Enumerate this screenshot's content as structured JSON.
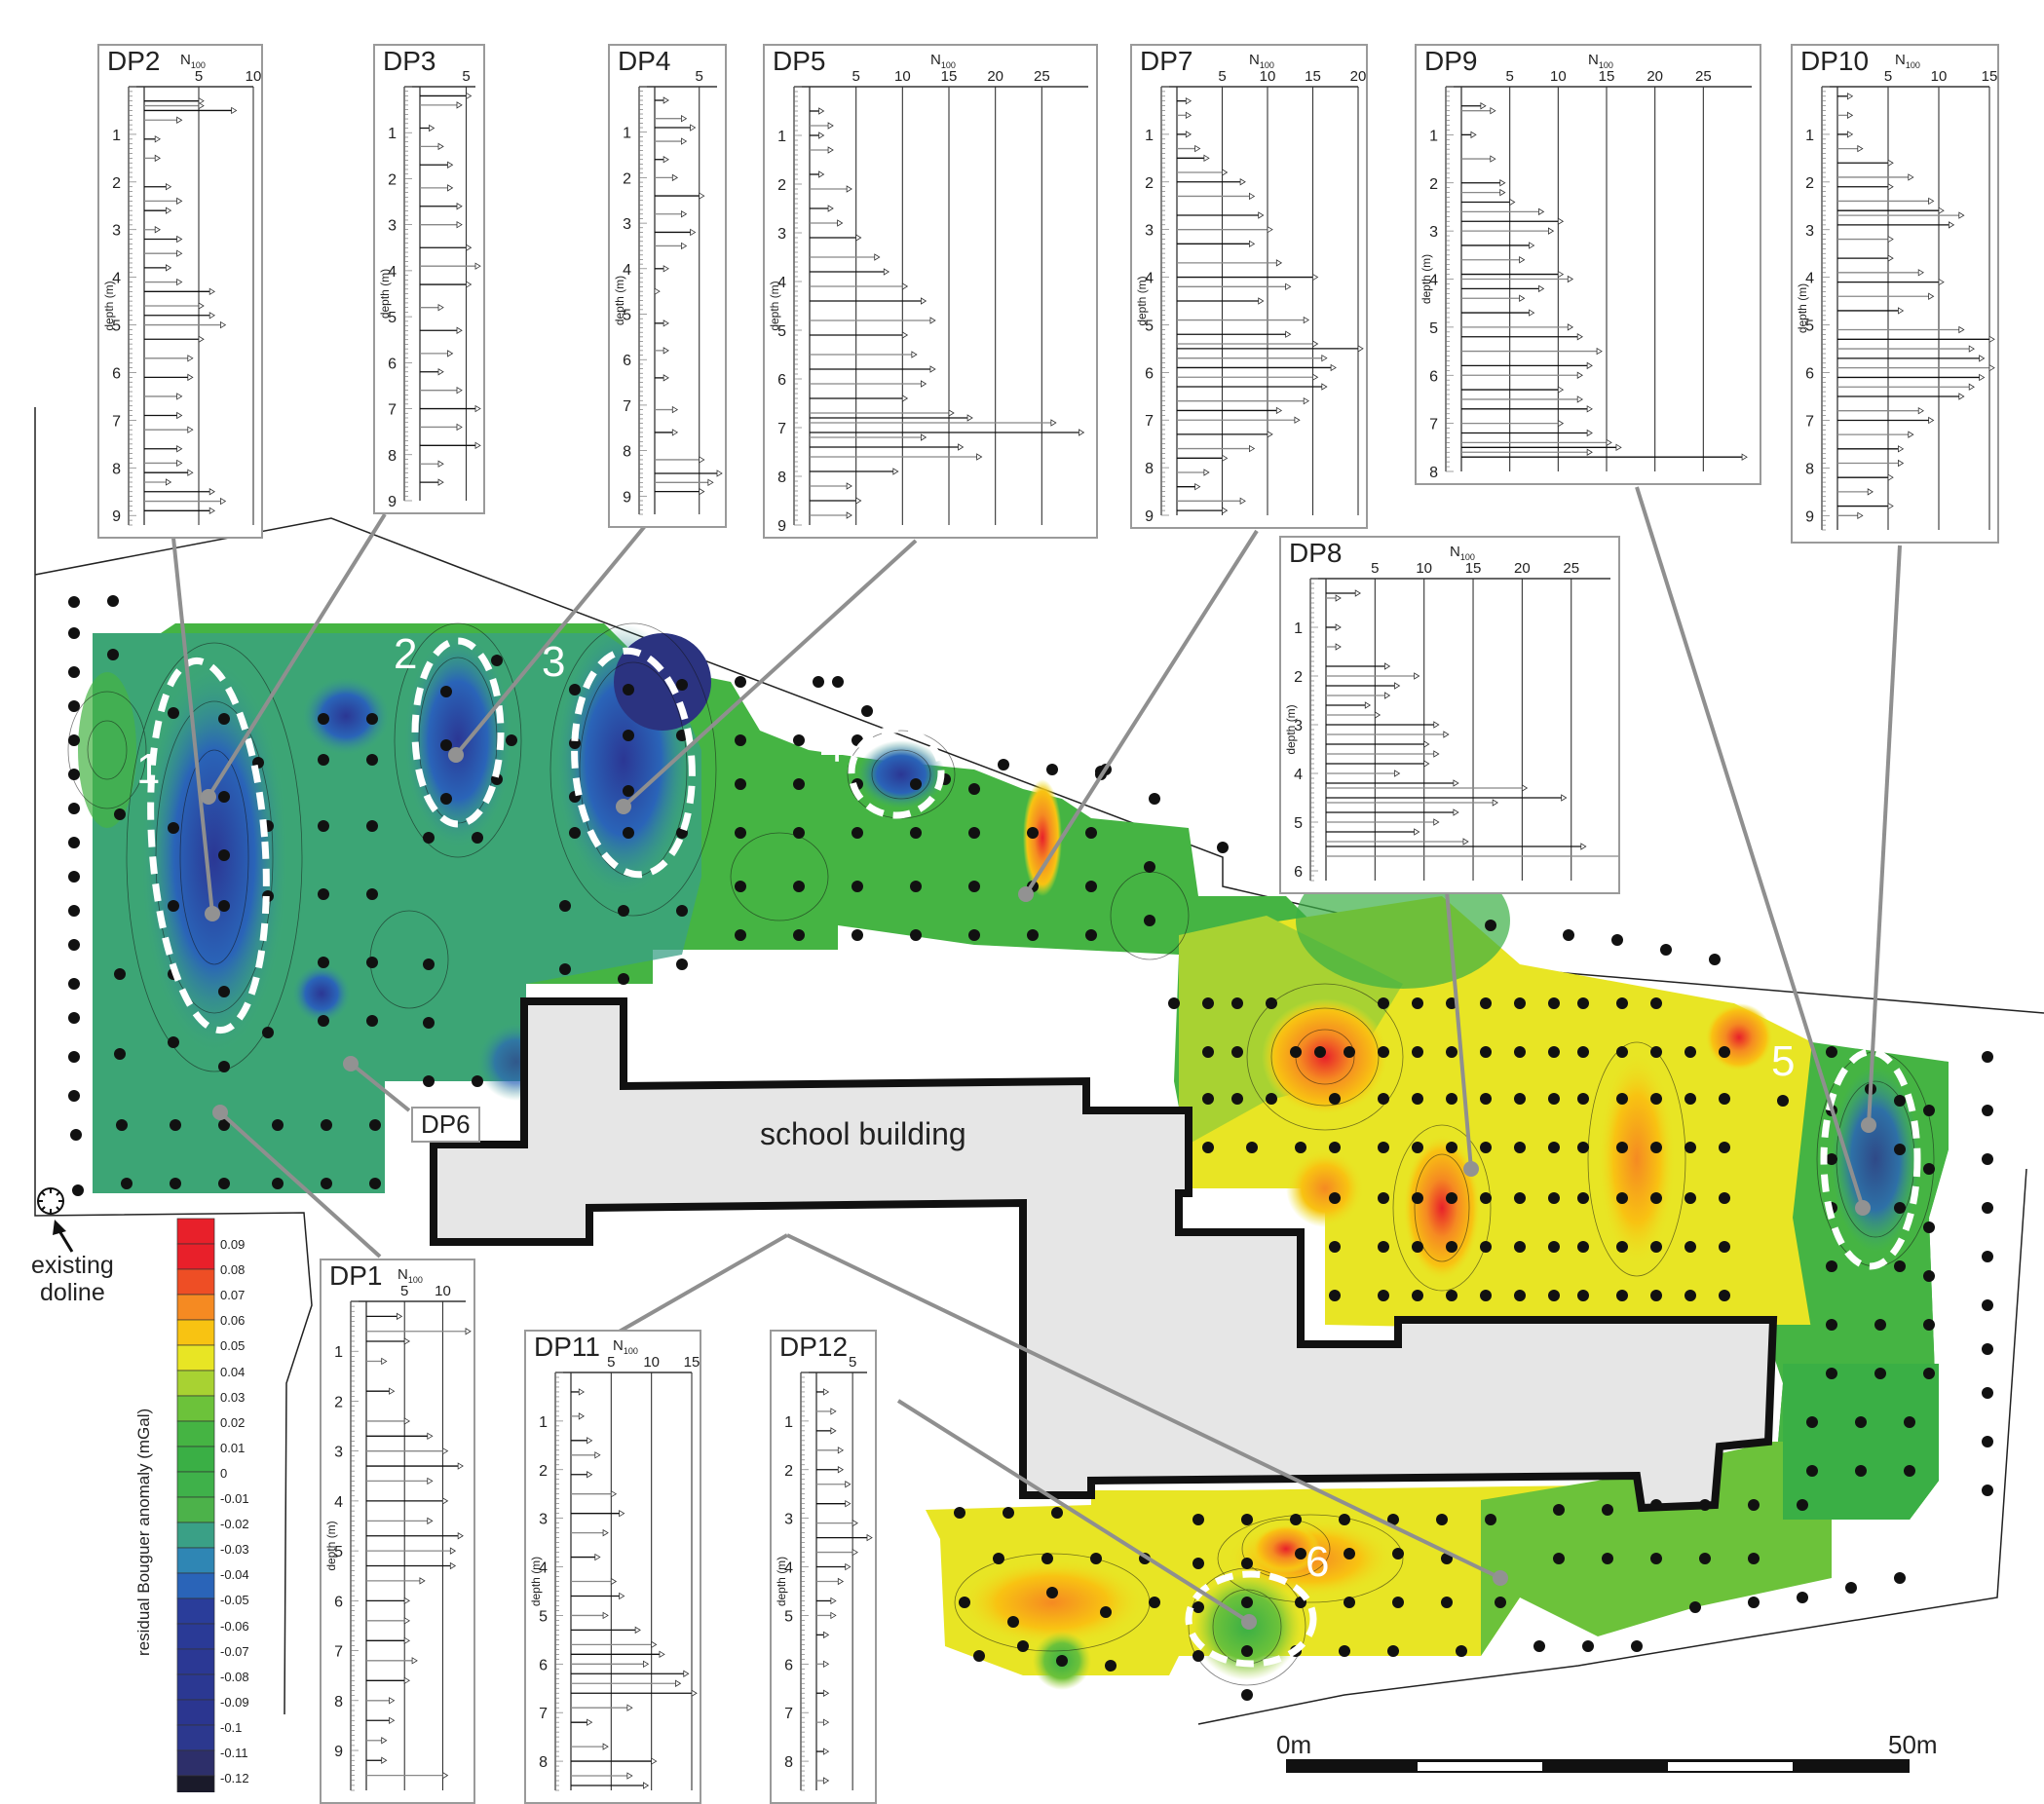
{
  "map": {
    "building_label": "school building",
    "doline_label_line1": "existing",
    "doline_label_line2": "doline",
    "dp6_label": "DP6",
    "anomaly_labels": [
      "1",
      "2",
      "3",
      "4",
      "5",
      "6"
    ],
    "scale": {
      "start": "0m",
      "end": "50m"
    }
  },
  "legend": {
    "title": "residual Bouguer anomaly (mGal)",
    "ticks": [
      "0.09",
      "0.08",
      "0.07",
      "0.06",
      "0.05",
      "0.04",
      "0.03",
      "0.02",
      "0.01",
      "0",
      "-0.01",
      "-0.02",
      "-0.03",
      "-0.04",
      "-0.05",
      "-0.06",
      "-0.07",
      "-0.08",
      "-0.09",
      "-0.1",
      "-0.11",
      "-0.12"
    ],
    "colors": [
      "#e8202a",
      "#e8202a",
      "#ee4e25",
      "#f58a22",
      "#f8c312",
      "#e8e524",
      "#a8d232",
      "#6cc23a",
      "#45b443",
      "#3aaf45",
      "#3fb14a",
      "#4cb24a",
      "#3aa086",
      "#2f86b4",
      "#2a64b8",
      "#2a3d9a",
      "#2a3a96",
      "#2b3894",
      "#2b3892",
      "#2b3690",
      "#2c388e",
      "#2d2f6a",
      "#1a1a2a"
    ]
  },
  "panels": {
    "dp2": {
      "title": "DP2",
      "n100": "N",
      "sub": "100",
      "x_ticks": [
        "5",
        "10"
      ]
    },
    "dp3": {
      "title": "DP3",
      "x_ticks": [
        "5"
      ]
    },
    "dp4": {
      "title": "DP4",
      "x_ticks": [
        "5"
      ]
    },
    "dp5": {
      "title": "DP5",
      "n100": "N",
      "sub": "100",
      "x_ticks": [
        "5",
        "10",
        "15",
        "20",
        "25"
      ]
    },
    "dp7": {
      "title": "DP7",
      "n100": "N",
      "sub": "100",
      "x_ticks": [
        "5",
        "10",
        "15",
        "20"
      ]
    },
    "dp8": {
      "title": "DP8",
      "n100": "N",
      "sub": "100",
      "x_ticks": [
        "5",
        "10",
        "15",
        "20",
        "25"
      ]
    },
    "dp9": {
      "title": "DP9",
      "n100": "N",
      "sub": "100",
      "x_ticks": [
        "5",
        "10",
        "15",
        "20",
        "25"
      ]
    },
    "dp10": {
      "title": "DP10",
      "n100": "N",
      "sub": "100",
      "x_ticks": [
        "5",
        "10",
        "15"
      ]
    },
    "dp1": {
      "title": "DP1",
      "n100": "N",
      "sub": "100",
      "x_ticks": [
        "5",
        "10"
      ]
    },
    "dp11": {
      "title": "DP11",
      "n100": "N",
      "sub": "100",
      "x_ticks": [
        "5",
        "10",
        "15"
      ]
    },
    "dp12": {
      "title": "DP12",
      "x_ticks": [
        "5"
      ]
    },
    "y_label": "depth (m)"
  },
  "chart_data": [
    {
      "type": "bar",
      "title": "DP2",
      "xlabel": "N100",
      "ylabel": "depth (m)",
      "xlim": [
        0,
        10
      ],
      "ylim": [
        0,
        9.2
      ],
      "depth": [
        0.3,
        0.4,
        0.5,
        0.7,
        1.1,
        1.5,
        2.1,
        2.4,
        2.6,
        3.0,
        3.2,
        3.5,
        3.8,
        4.1,
        4.3,
        4.6,
        4.8,
        5.0,
        5.3,
        5.7,
        6.1,
        6.5,
        6.9,
        7.2,
        7.6,
        7.9,
        8.1,
        8.3,
        8.5,
        8.7,
        8.9
      ],
      "n100": [
        5,
        5,
        8,
        3,
        1,
        1,
        2,
        3,
        2,
        1,
        3,
        3,
        2,
        3,
        6,
        5,
        6,
        7,
        5,
        4,
        4,
        3,
        3,
        4,
        3,
        3,
        4,
        2,
        6,
        7,
        6
      ]
    },
    {
      "type": "bar",
      "title": "DP3",
      "xlabel": "N100",
      "ylabel": "depth (m)",
      "xlim": [
        0,
        6
      ],
      "ylim": [
        0,
        9
      ],
      "depth": [
        0.2,
        0.4,
        0.9,
        1.3,
        1.7,
        2.2,
        2.6,
        3.0,
        3.5,
        3.9,
        4.3,
        4.8,
        5.3,
        5.8,
        6.2,
        6.6,
        7.0,
        7.4,
        7.8,
        8.2,
        8.6
      ],
      "n100": [
        5,
        4,
        1,
        2,
        3,
        3,
        4,
        4,
        5,
        6,
        5,
        2,
        4,
        3,
        2,
        4,
        6,
        4,
        6,
        2,
        2
      ]
    },
    {
      "type": "bar",
      "title": "DP4",
      "xlabel": "N100",
      "ylabel": "depth (m)",
      "xlim": [
        0,
        7
      ],
      "ylim": [
        0,
        9.4
      ],
      "depth": [
        0.3,
        0.7,
        0.9,
        1.2,
        1.6,
        2.0,
        2.4,
        2.8,
        3.2,
        3.5,
        4.0,
        4.5,
        5.2,
        5.8,
        6.4,
        7.1,
        7.6,
        8.2,
        8.5,
        8.7,
        8.9
      ],
      "n100": [
        1,
        3,
        4,
        3,
        1,
        2,
        5,
        3,
        4,
        3,
        1,
        0,
        1,
        1,
        1,
        2,
        2,
        5,
        7,
        6,
        5
      ]
    },
    {
      "type": "bar",
      "title": "DP5",
      "xlabel": "N100",
      "ylabel": "depth (m)",
      "xlim": [
        0,
        30
      ],
      "ylim": [
        0,
        9
      ],
      "depth": [
        0.5,
        0.8,
        1.0,
        1.3,
        1.8,
        2.1,
        2.5,
        2.8,
        3.1,
        3.5,
        3.8,
        4.1,
        4.4,
        4.8,
        5.1,
        5.5,
        5.8,
        6.1,
        6.4,
        6.7,
        6.8,
        6.9,
        7.1,
        7.2,
        7.4,
        7.6,
        7.9,
        8.2,
        8.5,
        8.8
      ],
      "n100": [
        1,
        2,
        1,
        2,
        1,
        4,
        2,
        3,
        5,
        7,
        8,
        10,
        12,
        13,
        10,
        11,
        13,
        12,
        10,
        15,
        17,
        26,
        29,
        12,
        16,
        18,
        9,
        4,
        5,
        4
      ]
    },
    {
      "type": "bar",
      "title": "DP7",
      "xlabel": "N100",
      "ylabel": "depth (m)",
      "xlim": [
        0,
        20
      ],
      "ylim": [
        0,
        9
      ],
      "depth": [
        0.3,
        0.6,
        1.0,
        1.3,
        1.5,
        1.8,
        2.0,
        2.3,
        2.7,
        3.0,
        3.3,
        3.7,
        4.0,
        4.2,
        4.5,
        4.9,
        5.2,
        5.4,
        5.5,
        5.7,
        5.9,
        6.1,
        6.3,
        6.6,
        6.8,
        7.0,
        7.3,
        7.6,
        7.8,
        8.1,
        8.4,
        8.7,
        8.9
      ],
      "n100": [
        1,
        1,
        1,
        2,
        3,
        5,
        7,
        8,
        9,
        10,
        8,
        11,
        15,
        12,
        9,
        14,
        12,
        15,
        20,
        16,
        17,
        15,
        16,
        14,
        11,
        13,
        10,
        8,
        5,
        3,
        2,
        7,
        5
      ]
    },
    {
      "type": "bar",
      "title": "DP8",
      "xlabel": "N100",
      "ylabel": "depth (m)",
      "xlim": [
        0,
        29
      ],
      "ylim": [
        0,
        6.2
      ],
      "depth": [
        0.3,
        0.4,
        1.0,
        1.4,
        1.8,
        2.0,
        2.2,
        2.4,
        2.6,
        2.8,
        3.0,
        3.2,
        3.4,
        3.6,
        3.8,
        4.0,
        4.2,
        4.3,
        4.5,
        4.6,
        4.8,
        5.0,
        5.2,
        5.4,
        5.5,
        5.7
      ],
      "n100": [
        3,
        1,
        1,
        1,
        6,
        9,
        7,
        6,
        4,
        5,
        11,
        12,
        10,
        11,
        10,
        7,
        13,
        20,
        24,
        17,
        13,
        11,
        9,
        14,
        26,
        30
      ]
    },
    {
      "type": "bar",
      "title": "DP9",
      "xlabel": "N100",
      "ylabel": "depth (m)",
      "xlim": [
        0,
        30
      ],
      "ylim": [
        0,
        8
      ],
      "depth": [
        0.4,
        0.5,
        1.0,
        1.5,
        2.0,
        2.2,
        2.4,
        2.6,
        2.8,
        3.0,
        3.3,
        3.6,
        3.9,
        4.0,
        4.2,
        4.4,
        4.7,
        5.0,
        5.2,
        5.5,
        5.8,
        6.0,
        6.3,
        6.5,
        6.7,
        7.0,
        7.2,
        7.4,
        7.5,
        7.6,
        7.7
      ],
      "n100": [
        2,
        3,
        1,
        3,
        4,
        4,
        5,
        8,
        10,
        9,
        7,
        6,
        10,
        11,
        8,
        6,
        7,
        11,
        12,
        14,
        13,
        12,
        10,
        12,
        13,
        10,
        13,
        15,
        16,
        13,
        29
      ]
    },
    {
      "type": "bar",
      "title": "DP10",
      "xlabel": "N100",
      "ylabel": "depth (m)",
      "xlim": [
        0,
        15
      ],
      "ylim": [
        0,
        9.3
      ],
      "depth": [
        0.2,
        0.6,
        1.0,
        1.3,
        1.6,
        1.9,
        2.1,
        2.4,
        2.6,
        2.7,
        2.9,
        3.2,
        3.6,
        3.9,
        4.1,
        4.4,
        4.7,
        5.1,
        5.3,
        5.5,
        5.7,
        5.9,
        6.1,
        6.3,
        6.5,
        6.8,
        7.0,
        7.3,
        7.6,
        7.9,
        8.2,
        8.5,
        8.8,
        9.0
      ],
      "n100": [
        1,
        1,
        1,
        2,
        5,
        7,
        5,
        9,
        10,
        12,
        11,
        5,
        5,
        8,
        10,
        9,
        6,
        12,
        15,
        13,
        14,
        15,
        14,
        13,
        12,
        8,
        9,
        7,
        6,
        6,
        5,
        3,
        5,
        2
      ]
    },
    {
      "type": "bar",
      "title": "DP1",
      "xlabel": "N100",
      "ylabel": "depth (m)",
      "xlim": [
        0,
        13
      ],
      "ylim": [
        0,
        9.8
      ],
      "depth": [
        0.3,
        0.6,
        0.8,
        1.2,
        1.8,
        2.4,
        2.7,
        3.0,
        3.3,
        3.6,
        4.0,
        4.4,
        4.7,
        5.0,
        5.3,
        5.6,
        6.0,
        6.4,
        6.8,
        7.2,
        7.6,
        8.0,
        8.4,
        8.8,
        9.2,
        9.5
      ],
      "n100": [
        4,
        13,
        5,
        2,
        3,
        5,
        8,
        10,
        12,
        8,
        10,
        8,
        12,
        11,
        11,
        7,
        5,
        5,
        5,
        6,
        5,
        3,
        3,
        2,
        2,
        10
      ]
    },
    {
      "type": "bar",
      "title": "DP11",
      "xlabel": "N100",
      "ylabel": "depth (m)",
      "xlim": [
        0,
        15
      ],
      "ylim": [
        0,
        8.6
      ],
      "depth": [
        0.4,
        0.9,
        1.4,
        1.7,
        2.1,
        2.5,
        2.9,
        3.3,
        3.8,
        4.3,
        4.6,
        5.0,
        5.3,
        5.6,
        5.8,
        6.0,
        6.2,
        6.4,
        6.6,
        6.9,
        7.2,
        7.7,
        8.0,
        8.3,
        8.5
      ],
      "n100": [
        1,
        1,
        2,
        3,
        2,
        5,
        6,
        4,
        3,
        5,
        6,
        4,
        8,
        10,
        11,
        9,
        14,
        13,
        15,
        7,
        2,
        4,
        10,
        7,
        9
      ]
    },
    {
      "type": "bar",
      "title": "DP12",
      "xlabel": "N100",
      "ylabel": "depth (m)",
      "xlim": [
        0,
        7
      ],
      "ylim": [
        0,
        8.6
      ],
      "depth": [
        0.4,
        0.8,
        1.2,
        1.6,
        2.0,
        2.3,
        2.7,
        3.1,
        3.4,
        3.7,
        4.0,
        4.3,
        4.7,
        5.0,
        5.4,
        6.0,
        6.6,
        7.2,
        7.8,
        8.4
      ],
      "n100": [
        1,
        2,
        2,
        3,
        3,
        4,
        4,
        5,
        7,
        5,
        4,
        3,
        2,
        2,
        1,
        1,
        1,
        1,
        1,
        1
      ]
    }
  ]
}
